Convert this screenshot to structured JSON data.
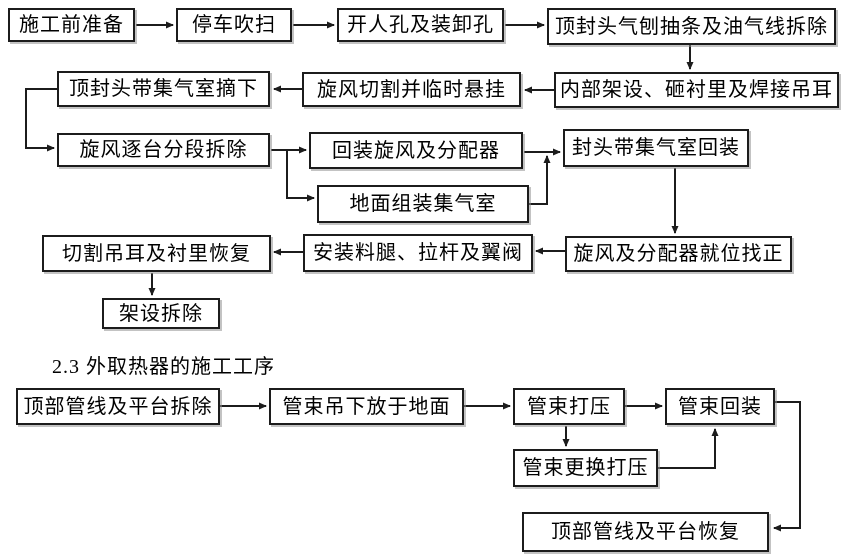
{
  "section_label": "2.3 外取热器的施工工序",
  "colors": {
    "background": "#ffffff",
    "box_border": "#1c1c1c",
    "arrow": "#1c1c1c",
    "text": "#000000"
  },
  "nodes": [
    {
      "label": "施工前准备"
    },
    {
      "label": "停车吹扫"
    },
    {
      "label": "开人孔及装卸孔"
    },
    {
      "label": "顶封头气刨抽条及油气线拆除"
    },
    {
      "label": "顶封头带集气室摘下"
    },
    {
      "label": "旋风切割并临时悬挂"
    },
    {
      "label": "内部架设、砸衬里及焊接吊耳"
    },
    {
      "label": "旋风逐台分段拆除"
    },
    {
      "label": "回装旋风及分配器"
    },
    {
      "label": "封头带集气室回装"
    },
    {
      "label": "地面组装集气室"
    },
    {
      "label": "切割吊耳及衬里恢复"
    },
    {
      "label": "安装料腿、拉杆及翼阀"
    },
    {
      "label": "旋风及分配器就位找正"
    },
    {
      "label": "架设拆除"
    },
    {
      "label": "顶部管线及平台拆除"
    },
    {
      "label": "管束吊下放于地面"
    },
    {
      "label": "管束打压"
    },
    {
      "label": "管束回装"
    },
    {
      "label": "管束更换打压"
    },
    {
      "label": "顶部管线及平台恢复"
    }
  ],
  "edges": [
    {
      "from": "施工前准备",
      "to": "停车吹扫"
    },
    {
      "from": "停车吹扫",
      "to": "开人孔及装卸孔"
    },
    {
      "from": "开人孔及装卸孔",
      "to": "顶封头气刨抽条及油气线拆除"
    },
    {
      "from": "顶封头气刨抽条及油气线拆除",
      "to": "内部架设、砸衬里及焊接吊耳"
    },
    {
      "from": "内部架设、砸衬里及焊接吊耳",
      "to": "旋风切割并临时悬挂"
    },
    {
      "from": "旋风切割并临时悬挂",
      "to": "顶封头带集气室摘下"
    },
    {
      "from": "顶封头带集气室摘下",
      "to": "旋风逐台分段拆除"
    },
    {
      "from": "旋风逐台分段拆除",
      "to": "回装旋风及分配器"
    },
    {
      "from": "旋风逐台分段拆除",
      "to": "地面组装集气室"
    },
    {
      "from": "回装旋风及分配器",
      "to": "封头带集气室回装"
    },
    {
      "from": "地面组装集气室",
      "to": "封头带集气室回装"
    },
    {
      "from": "封头带集气室回装",
      "to": "旋风及分配器就位找正"
    },
    {
      "from": "旋风及分配器就位找正",
      "to": "安装料腿、拉杆及翼阀"
    },
    {
      "from": "安装料腿、拉杆及翼阀",
      "to": "切割吊耳及衬里恢复"
    },
    {
      "from": "切割吊耳及衬里恢复",
      "to": "架设拆除"
    },
    {
      "from": "顶部管线及平台拆除",
      "to": "管束吊下放于地面"
    },
    {
      "from": "管束吊下放于地面",
      "to": "管束打压"
    },
    {
      "from": "管束打压",
      "to": "管束回装"
    },
    {
      "from": "管束打压",
      "to": "管束更换打压"
    },
    {
      "from": "管束更换打压",
      "to": "管束回装"
    },
    {
      "from": "管束回装",
      "to": "顶部管线及平台恢复"
    }
  ]
}
